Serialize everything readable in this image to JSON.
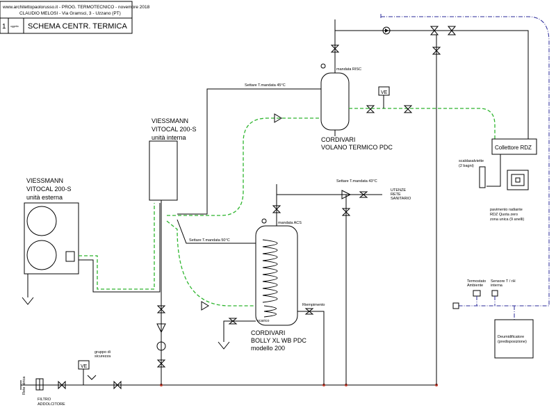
{
  "title_block": {
    "line1": "www.architettopaolorusso.it - PROG. TERMOTECNICO - novembre 2018",
    "line2": "CLAUDIO MELOSI - Via Gramsci, 3 - Uzzano (PT)",
    "number": "1",
    "small_label": "oggetto",
    "title": "SCHEMA CENTR. TERMICA"
  },
  "labels": {
    "unit_internal": [
      "VIESSMANN",
      "VITOCAL 200-S",
      "unità interna"
    ],
    "unit_external": [
      "VIESSMANN",
      "VITOCAL 200-S",
      "unità esterna"
    ],
    "volano": [
      "CORDIVARI",
      "VOLANO TERMICO PDC"
    ],
    "bolly": [
      "CORDIVARI",
      "BOLLY XL WB PDC",
      "modello 200"
    ],
    "mandata_risc": "mandata RISC",
    "mandata_acs": "mandata ACS",
    "settare_45": "Settare T.mandata 45°C",
    "settare_50": "Settare T.mandata 50°C",
    "settare_43": "Settare T.mandata 43°C",
    "utenze": [
      "UTENZE",
      "RETE",
      "SANITARIO"
    ],
    "ve": "VE",
    "collettore": "Collettore RDZ",
    "scaldasalviette": [
      "scaldasalviette",
      "(2 bagni)"
    ],
    "pavimento": [
      "pavimento radiante",
      "RDZ Quota zero",
      "zona unica (9 anelli)"
    ],
    "termostato": [
      "Termostato",
      "Ambiente"
    ],
    "sensore": [
      "Sensore T / rH",
      "interna"
    ],
    "deumidificatore": [
      "Deumidificatore",
      "(predisposizione)"
    ],
    "riempimento": "Riempimento",
    "scarico": "scarico",
    "gruppo": [
      "gruppo di",
      "sicurezza"
    ],
    "filtro": [
      "FILTRO",
      "ADDOLCITORE"
    ],
    "rete_idrica": "Rete idrica"
  }
}
